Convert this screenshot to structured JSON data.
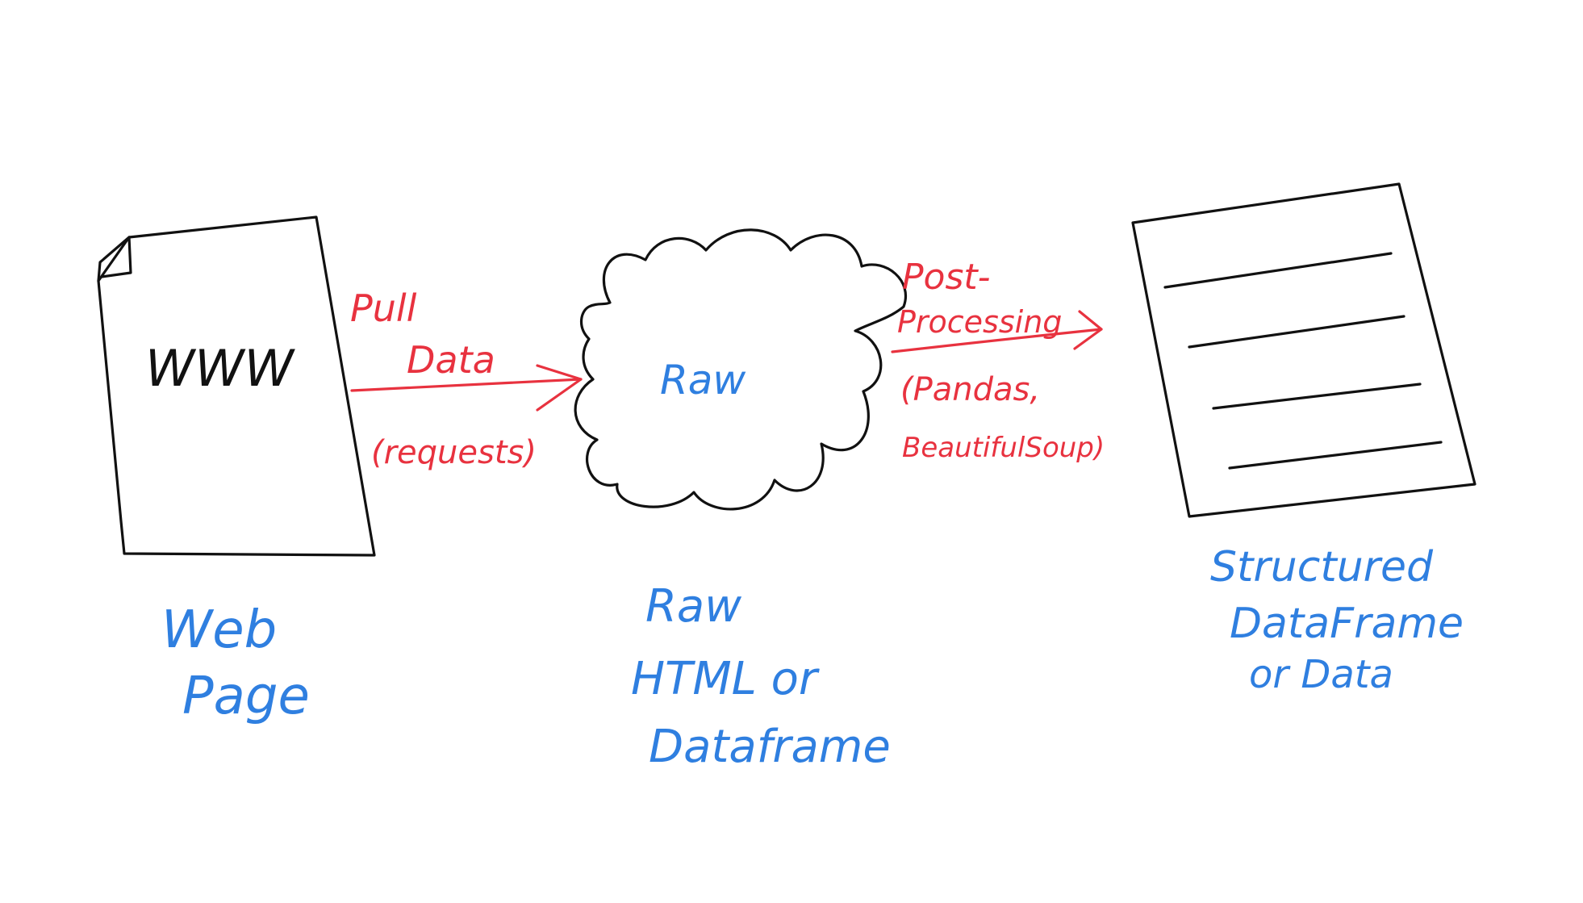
{
  "colors": {
    "black_ink": "#111111",
    "red_ink": "#e8323f",
    "blue_ink": "#2f7fe0",
    "background": "#ffffff"
  },
  "web_page": {
    "content": "WWW",
    "label_line1": "Web",
    "label_line2": "Page"
  },
  "pull_step": {
    "title_line1": "Pull",
    "title_line2": "Data",
    "tool": "(requests)"
  },
  "raw_cloud": {
    "content": "Raw",
    "label_line1": "Raw",
    "label_line2": "HTML or",
    "label_line3": "Dataframe"
  },
  "post_step": {
    "title_line1": "Post-",
    "title_line2": "Processing",
    "tool_line1": "(Pandas,",
    "tool_line2": "BeautifulSoup)"
  },
  "structured_doc": {
    "label_line1": "Structured",
    "label_line2": "DataFrame",
    "label_line3": "or Data"
  }
}
